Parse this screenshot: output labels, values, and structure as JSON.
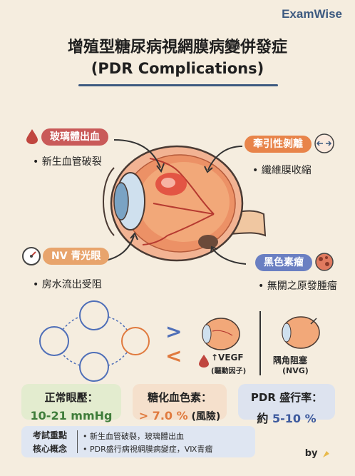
{
  "brand": "ExamWise",
  "title": {
    "line1": "增殖型糖尿病視網膜病變併發症",
    "line2": "(PDR Complications)"
  },
  "complications": [
    {
      "label": "玻璃體出血",
      "desc": "新生血管破裂",
      "color": "#c95a59"
    },
    {
      "label": "牽引性剝離",
      "desc": "纖維膜收縮",
      "color": "#e8844a"
    },
    {
      "label": "NV 青光眼",
      "desc": "房水流出受阻",
      "color": "#e8a46c"
    },
    {
      "label": "黑色素瘤",
      "desc": "無關之原發腫瘤",
      "color": "#6a7fc2"
    }
  ],
  "mechanism": {
    "symbols": [
      ">",
      "<"
    ],
    "vegf": "↑VEGF",
    "vegf_sub": "(驅動因子)",
    "angle_label": "隅角阻塞",
    "angle_sub": "(NVG)"
  },
  "stats": [
    {
      "label": "正常眼壓：",
      "value": "10-21 mmHg",
      "value_color": "#3f7d3a",
      "bg": "#e3eccf"
    },
    {
      "label": "糖化血色素：",
      "value": "> 7.0 %",
      "suffix": " (風險)",
      "value_color": "#e07a3e",
      "bg": "#f5e0cc"
    },
    {
      "label": "PDR 盛行率：",
      "prefix": "約 ",
      "value": "5-10 %",
      "value_color": "#3d5a9e",
      "bg": "#dde3ef"
    }
  ],
  "summary": {
    "label_line1": "考試重點",
    "label_line2": "核心概念",
    "points": [
      "• 新生血管破裂，玻璃體出血",
      "• PDR盛行病視網膜病變症，VⅨ青瘤"
    ]
  },
  "byline": "by"
}
